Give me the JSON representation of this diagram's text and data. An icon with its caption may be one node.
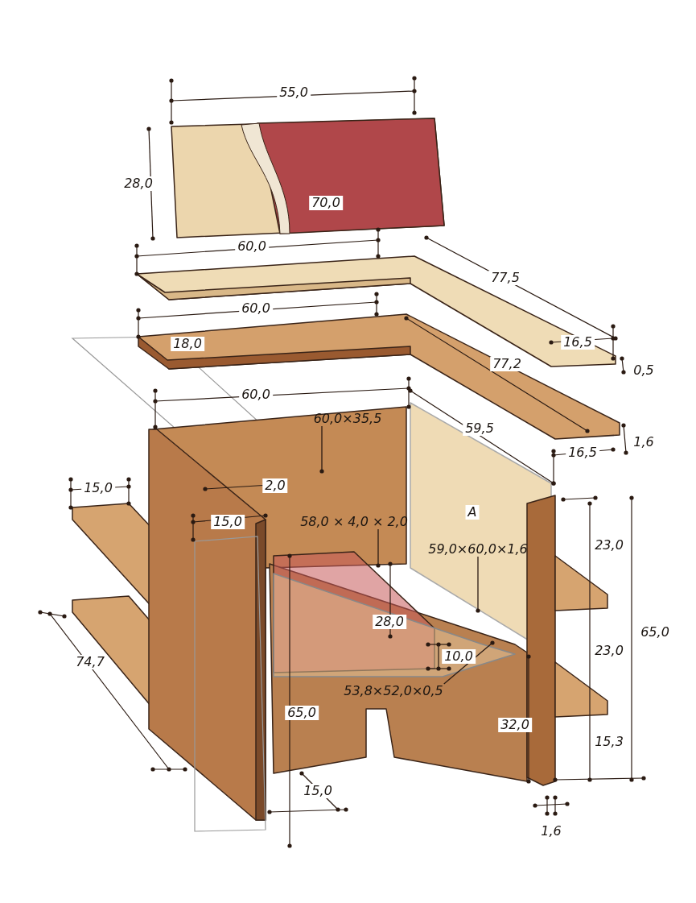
{
  "diagram": {
    "nodes": [
      {
        "text": [
          "60,0×35,5"
        ]
      },
      {
        "text": [
          "58,0 × 4,0 × 2,0"
        ]
      },
      {
        "text": [
          "59,0×60,0×1,6"
        ]
      },
      {
        "text": [
          "53,8×52,0×0,5"
        ]
      }
    ],
    "edges": [
      {
        "from": 0,
        "to": null,
        "arrow": "other"
      },
      {
        "from": 1,
        "to": null,
        "arrow": "other"
      },
      {
        "from": 2,
        "to": null,
        "arrow": "other"
      },
      {
        "from": 3,
        "to": null,
        "arrow": "other"
      }
    ],
    "labels": [
      "55,0",
      "28,0",
      "70,0",
      "60,0",
      "77,5",
      "60,0",
      "18,0",
      "16,5",
      "77,2",
      "0,5",
      "60,0",
      "59,5",
      "1,6",
      "16,5",
      "2,0",
      "15,0",
      "15,0",
      "A",
      "23,0",
      "28,0",
      "65,0",
      "10,0",
      "23,0",
      "74,7",
      "65,0",
      "32,0",
      "15,3",
      "15,0",
      "1,6"
    ]
  }
}
